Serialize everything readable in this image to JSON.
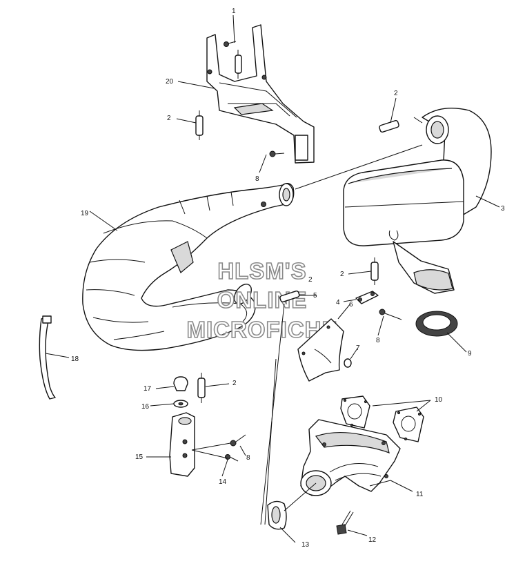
{
  "watermark": {
    "line1": "HLSM'S",
    "line2": "ONLINE",
    "line3": "MICROFICHE"
  },
  "callouts": [
    "1",
    "2",
    "2",
    "20",
    "8",
    "3",
    "19",
    "2",
    "2",
    "4",
    "5",
    "6",
    "8",
    "7",
    "9",
    "18",
    "17",
    "2",
    "16",
    "10",
    "15",
    "8",
    "14",
    "11",
    "13",
    "12"
  ]
}
